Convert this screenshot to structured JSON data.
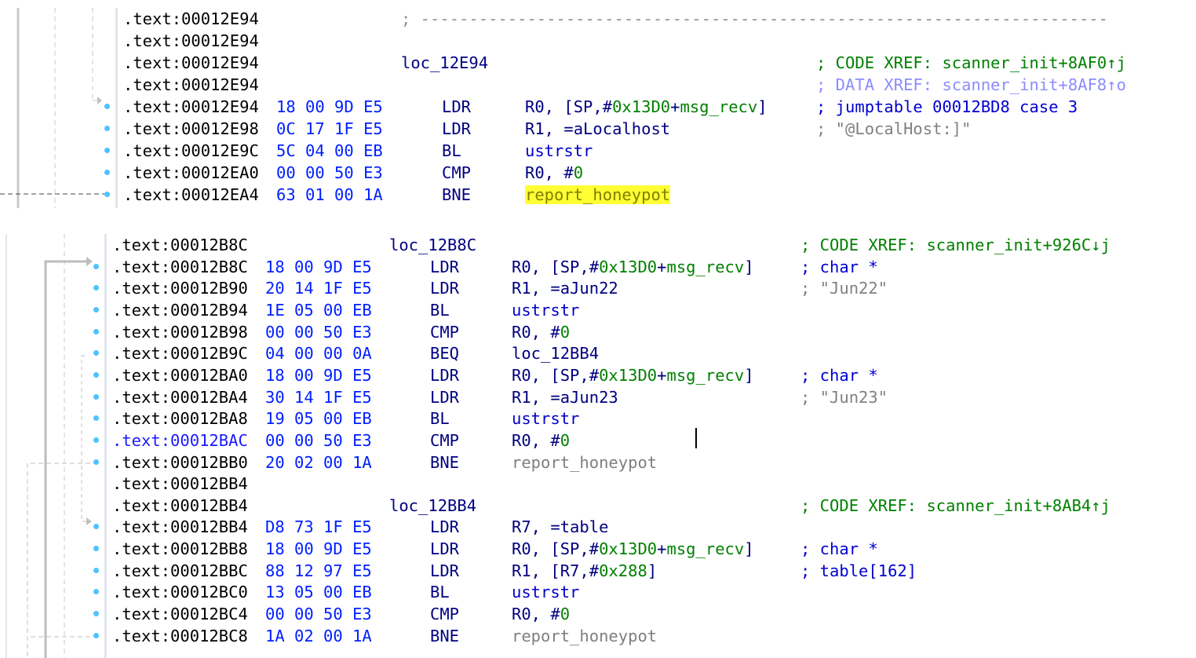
{
  "top": {
    "rows": [
      {
        "addr": ".text:00012E94",
        "comment": {
          "text": "; -----------------------------------------------------------------------",
          "cls": "cmt-sep"
        }
      },
      {
        "addr": ".text:00012E94"
      },
      {
        "addr": ".text:00012E94",
        "label": "loc_12E94",
        "comment": {
          "text": "; CODE XREF: scanner_init+8AF0↑j",
          "cls": "cmt-code"
        }
      },
      {
        "addr": ".text:00012E94",
        "comment": {
          "text": "; DATA XREF: scanner_init+8AF8↑o",
          "cls": "cmt-data"
        }
      },
      {
        "addr": ".text:00012E94",
        "bytes": "18 00 9D E5",
        "mnem": "LDR",
        "ops": [
          {
            "t": "R0, [SP,#",
            "c": "op"
          },
          {
            "t": "0x13D0",
            "c": "num"
          },
          {
            "t": "+",
            "c": "op"
          },
          {
            "t": "msg_recv",
            "c": "name"
          },
          {
            "t": "]",
            "c": "op"
          }
        ],
        "comment": {
          "text": "; jumptable 00012BD8 case 3",
          "cls": "cmt-jt"
        }
      },
      {
        "addr": ".text:00012E98",
        "bytes": "0C 17 1F E5",
        "mnem": "LDR",
        "ops": [
          {
            "t": "R1, =aLocalhost",
            "c": "op"
          }
        ],
        "comment": {
          "text": "; \"@LocalHost:]\"",
          "cls": "cmt-str"
        }
      },
      {
        "addr": ".text:00012E9C",
        "bytes": "5C 04 00 EB",
        "mnem": "BL",
        "ops": [
          {
            "t": "ustrstr",
            "c": "fn"
          }
        ]
      },
      {
        "addr": ".text:00012EA0",
        "bytes": "00 00 50 E3",
        "mnem": "CMP",
        "ops": [
          {
            "t": "R0, #",
            "c": "op"
          },
          {
            "t": "0",
            "c": "num"
          }
        ]
      },
      {
        "addr": ".text:00012EA4",
        "bytes": "63 01 00 1A",
        "mnem": "BNE",
        "ops": [
          {
            "t": "report_honeypot",
            "c": "yel"
          }
        ]
      }
    ]
  },
  "bottom": {
    "rows": [
      {
        "addr": ".text:00012B8C",
        "label": "loc_12B8C",
        "comment": {
          "text": "; CODE XREF: scanner_init+926C↓j",
          "cls": "cmt-code"
        }
      },
      {
        "addr": ".text:00012B8C",
        "bytes": "18 00 9D E5",
        "mnem": "LDR",
        "ops": [
          {
            "t": "R0, [SP,#",
            "c": "op"
          },
          {
            "t": "0x13D0",
            "c": "num"
          },
          {
            "t": "+",
            "c": "op"
          },
          {
            "t": "msg_recv",
            "c": "name"
          },
          {
            "t": "]",
            "c": "op"
          }
        ],
        "comment": {
          "text": "; char *",
          "cls": "cmt-jt"
        }
      },
      {
        "addr": ".text:00012B90",
        "bytes": "20 14 1F E5",
        "mnem": "LDR",
        "ops": [
          {
            "t": "R1, =aJun22",
            "c": "op"
          }
        ],
        "comment": {
          "text": "; \"Jun22\"",
          "cls": "cmt-str"
        }
      },
      {
        "addr": ".text:00012B94",
        "bytes": "1E 05 00 EB",
        "mnem": "BL",
        "ops": [
          {
            "t": "ustrstr",
            "c": "fn"
          }
        ]
      },
      {
        "addr": ".text:00012B98",
        "bytes": "00 00 50 E3",
        "mnem": "CMP",
        "ops": [
          {
            "t": "R0, #",
            "c": "op"
          },
          {
            "t": "0",
            "c": "num"
          }
        ]
      },
      {
        "addr": ".text:00012B9C",
        "bytes": "04 00 00 0A",
        "mnem": "BEQ",
        "ops": [
          {
            "t": "loc_12BB4",
            "c": "op"
          }
        ]
      },
      {
        "addr": ".text:00012BA0",
        "bytes": "18 00 9D E5",
        "mnem": "LDR",
        "ops": [
          {
            "t": "R0, [SP,#",
            "c": "op"
          },
          {
            "t": "0x13D0",
            "c": "num"
          },
          {
            "t": "+",
            "c": "op"
          },
          {
            "t": "msg_recv",
            "c": "name"
          },
          {
            "t": "]",
            "c": "op"
          }
        ],
        "comment": {
          "text": "; char *",
          "cls": "cmt-jt"
        }
      },
      {
        "addr": ".text:00012BA4",
        "bytes": "30 14 1F E5",
        "mnem": "LDR",
        "ops": [
          {
            "t": "R1, =aJun23",
            "c": "op"
          }
        ],
        "comment": {
          "text": "; \"Jun23\"",
          "cls": "cmt-str"
        }
      },
      {
        "addr": ".text:00012BA8",
        "bytes": "19 05 00 EB",
        "mnem": "BL",
        "ops": [
          {
            "t": "ustrstr",
            "c": "fn"
          }
        ]
      },
      {
        "addr": ".text:00012BAC",
        "hl": true,
        "bytes": "00 00 50 E3",
        "mnem": "CMP",
        "ops": [
          {
            "t": "R0, #",
            "c": "op"
          },
          {
            "t": "0",
            "c": "num"
          }
        ]
      },
      {
        "addr": ".text:00012BB0",
        "bytes": "20 02 00 1A",
        "mnem": "BNE",
        "ops": [
          {
            "t": "report_honeypot",
            "c": "gray"
          }
        ]
      },
      {
        "addr": ".text:00012BB4"
      },
      {
        "addr": ".text:00012BB4",
        "label": "loc_12BB4",
        "comment": {
          "text": "; CODE XREF: scanner_init+8AB4↑j",
          "cls": "cmt-code"
        }
      },
      {
        "addr": ".text:00012BB4",
        "bytes": "D8 73 1F E5",
        "mnem": "LDR",
        "ops": [
          {
            "t": "R7, =table",
            "c": "op"
          }
        ]
      },
      {
        "addr": ".text:00012BB8",
        "bytes": "18 00 9D E5",
        "mnem": "LDR",
        "ops": [
          {
            "t": "R0, [SP,#",
            "c": "op"
          },
          {
            "t": "0x13D0",
            "c": "num"
          },
          {
            "t": "+",
            "c": "op"
          },
          {
            "t": "msg_recv",
            "c": "name"
          },
          {
            "t": "]",
            "c": "op"
          }
        ],
        "comment": {
          "text": "; char *",
          "cls": "cmt-jt"
        }
      },
      {
        "addr": ".text:00012BBC",
        "bytes": "88 12 97 E5",
        "mnem": "LDR",
        "ops": [
          {
            "t": "R1, [R7,#",
            "c": "op"
          },
          {
            "t": "0x288",
            "c": "num"
          },
          {
            "t": "]",
            "c": "op"
          }
        ],
        "comment": {
          "text": "; table[162]",
          "cls": "cmt-jt"
        }
      },
      {
        "addr": ".text:00012BC0",
        "bytes": "13 05 00 EB",
        "mnem": "BL",
        "ops": [
          {
            "t": "ustrstr",
            "c": "fn"
          }
        ]
      },
      {
        "addr": ".text:00012BC4",
        "bytes": "00 00 50 E3",
        "mnem": "CMP",
        "ops": [
          {
            "t": "R0, #",
            "c": "op"
          },
          {
            "t": "0",
            "c": "num"
          }
        ]
      },
      {
        "addr": ".text:00012BC8",
        "bytes": "1A 02 00 1A",
        "mnem": "BNE",
        "ops": [
          {
            "t": "report_honeypot",
            "c": "gray"
          }
        ]
      }
    ]
  }
}
